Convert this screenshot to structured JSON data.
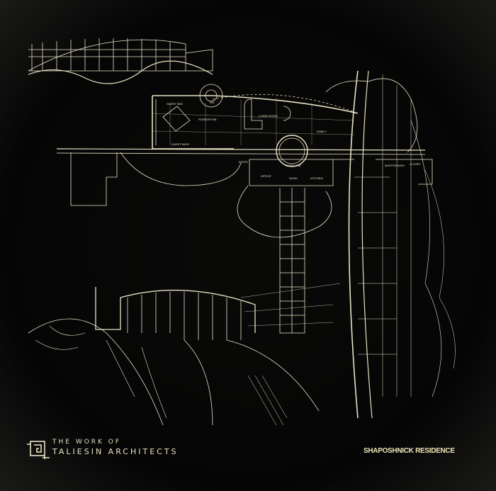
{
  "poster": {
    "series_line1": "THE WORK OF",
    "series_line2": "TALIESIN ARCHITECTS",
    "project_title": "SHAPOSHNICK RESIDENCE"
  },
  "plan_labels": {
    "guest_bed": "GUEST BED",
    "dn": "DN.",
    "powder": "POWDER RM.",
    "guest_bath": "GUEST BATH",
    "living": "LIVING ROOM",
    "family": "FAMILY",
    "entry": "ENTRY",
    "office": "OFFICE",
    "dining": "DINING RM.",
    "nook": "NOOK",
    "kitchen": "KITCHEN",
    "master_bath": "MASTER BATH",
    "closet": "CLOSET"
  },
  "colors": {
    "background": "#050505",
    "linework": "#e8e2c4",
    "title": "#efe6b8"
  }
}
